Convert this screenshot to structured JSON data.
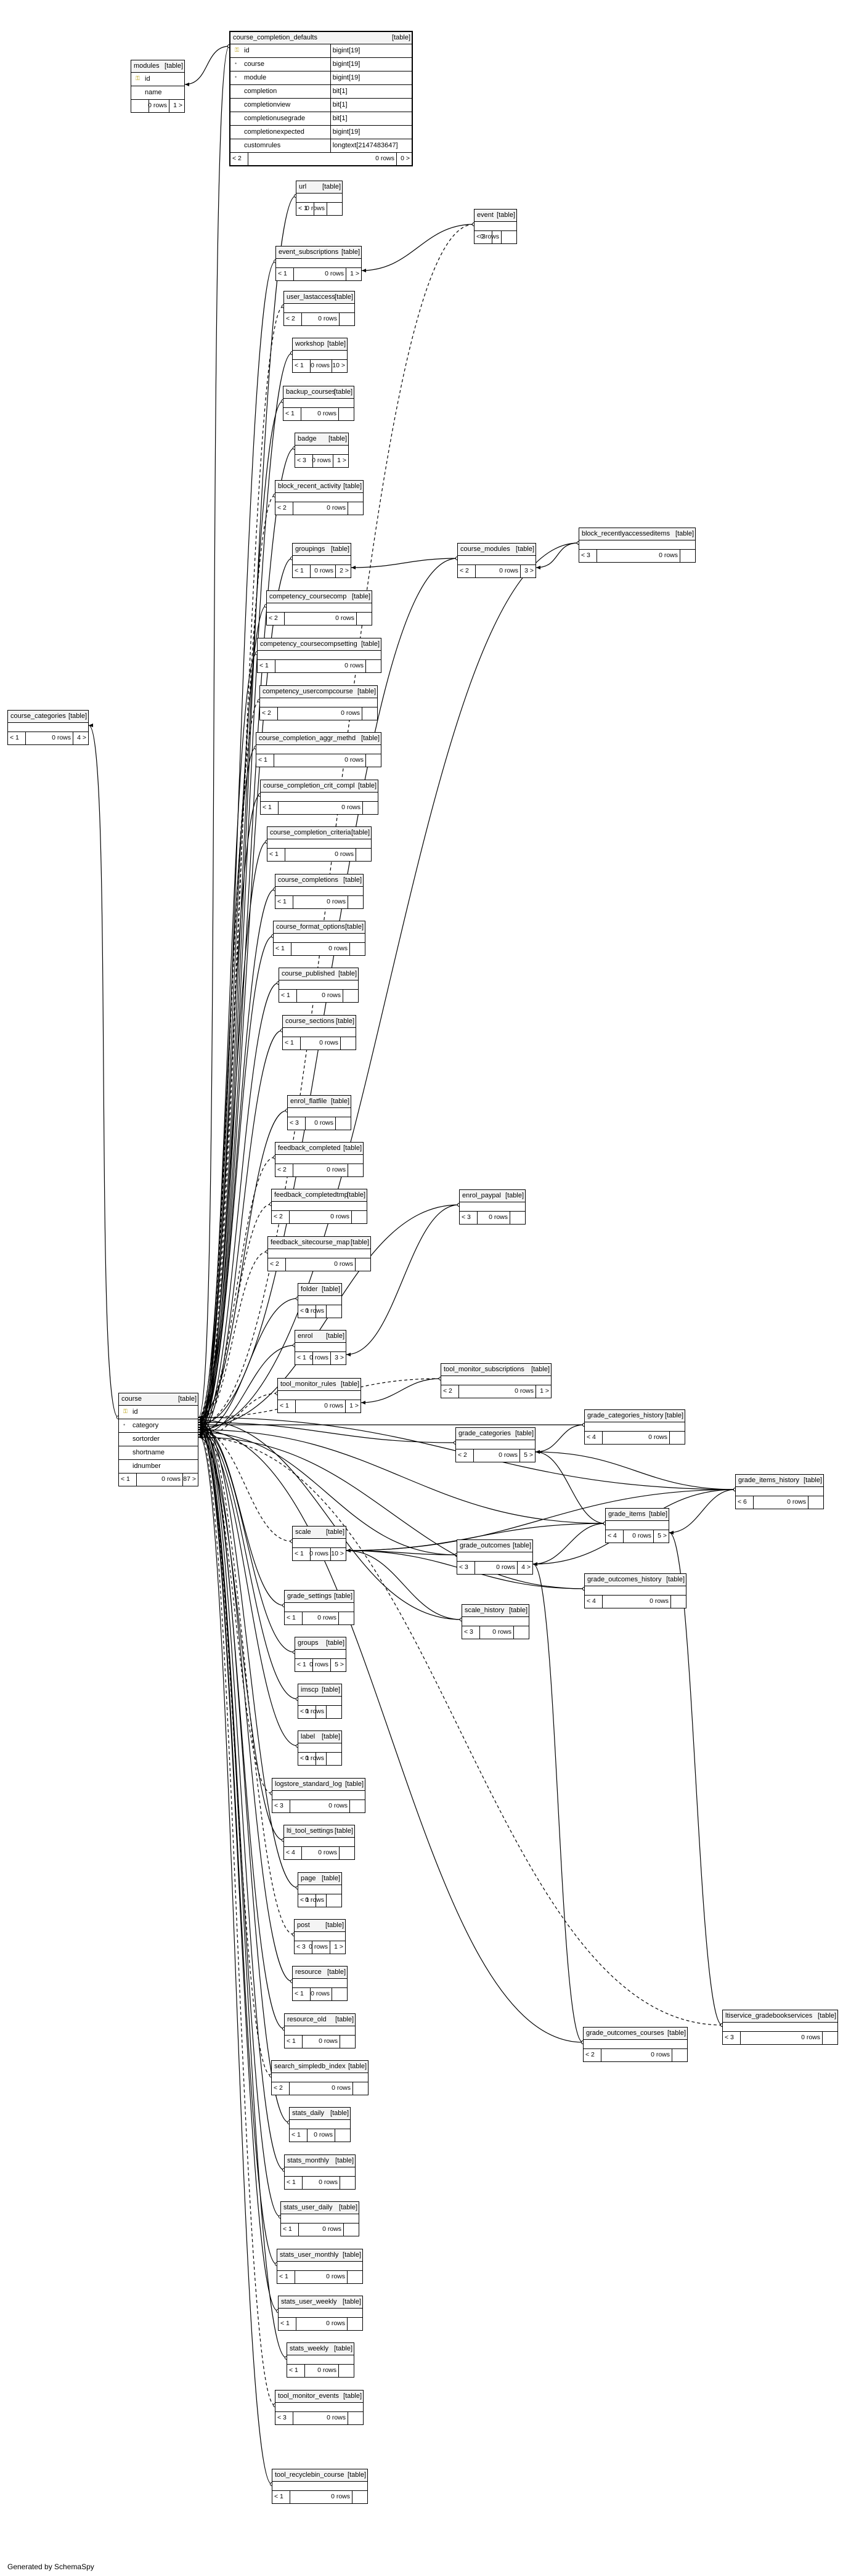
{
  "footer_text": "Generated by SchemaSpy",
  "center_table": "course",
  "tables": [
    {
      "id": "course_completion_defaults",
      "name": "course_completion_defaults",
      "kind": "[table]",
      "heavy": true,
      "cols": [
        [
          "id",
          "bigint[19]",
          "pk"
        ],
        [
          "course",
          "bigint[19]",
          "fk"
        ],
        [
          "module",
          "bigint[19]",
          "fk"
        ],
        [
          "completion",
          "bit[1]",
          ""
        ],
        [
          "completionview",
          "bit[1]",
          ""
        ],
        [
          "completionusegrade",
          "bit[1]",
          ""
        ],
        [
          "completionexpected",
          "bigint[19]",
          ""
        ],
        [
          "customrules",
          "longtext[2147483647]",
          ""
        ]
      ],
      "footer": [
        "< 2",
        "0 rows",
        "0 >"
      ]
    },
    {
      "id": "modules",
      "name": "modules",
      "kind": "[table]",
      "cols": [
        [
          "id",
          "",
          "pk"
        ],
        [
          "name",
          "",
          ""
        ]
      ],
      "footer": [
        "",
        "0 rows",
        "1 >"
      ]
    },
    {
      "id": "url",
      "name": "url",
      "kind": "[table]",
      "footer": [
        "< 1",
        "0 rows",
        ""
      ]
    },
    {
      "id": "event",
      "name": "event",
      "kind": "[table]",
      "footer": [
        "< 3",
        "0 rows",
        ""
      ]
    },
    {
      "id": "event_subscriptions",
      "name": "event_subscriptions",
      "kind": "[table]",
      "footer": [
        "< 1",
        "0 rows",
        "1 >"
      ]
    },
    {
      "id": "user_lastaccess",
      "name": "user_lastaccess",
      "kind": "[table]",
      "footer": [
        "< 2",
        "0 rows",
        ""
      ]
    },
    {
      "id": "workshop",
      "name": "workshop",
      "kind": "[table]",
      "footer": [
        "< 1",
        "0 rows",
        "10 >"
      ]
    },
    {
      "id": "backup_courses",
      "name": "backup_courses",
      "kind": "[table]",
      "footer": [
        "< 1",
        "0 rows",
        ""
      ]
    },
    {
      "id": "badge",
      "name": "badge",
      "kind": "[table]",
      "footer": [
        "< 3",
        "0 rows",
        "1 >"
      ]
    },
    {
      "id": "block_recent_activity",
      "name": "block_recent_activity",
      "kind": "[table]",
      "footer": [
        "< 2",
        "0 rows",
        ""
      ]
    },
    {
      "id": "groupings",
      "name": "groupings",
      "kind": "[table]",
      "footer": [
        "< 1",
        "0 rows",
        "2 >"
      ]
    },
    {
      "id": "course_modules",
      "name": "course_modules",
      "kind": "[table]",
      "footer": [
        "< 2",
        "0 rows",
        "3 >"
      ]
    },
    {
      "id": "block_recentlyaccesseditems",
      "name": "block_recentlyaccesseditems",
      "kind": "[table]",
      "footer": [
        "< 3",
        "0 rows",
        ""
      ]
    },
    {
      "id": "competency_coursecomp",
      "name": "competency_coursecomp",
      "kind": "[table]",
      "footer": [
        "< 2",
        "0 rows",
        ""
      ]
    },
    {
      "id": "competency_coursecompsetting",
      "name": "competency_coursecompsetting",
      "kind": "[table]",
      "footer": [
        "< 1",
        "0 rows",
        ""
      ]
    },
    {
      "id": "competency_usercompcourse",
      "name": "competency_usercompcourse",
      "kind": "[table]",
      "footer": [
        "< 2",
        "0 rows",
        ""
      ]
    },
    {
      "id": "course_completion_aggr_methd",
      "name": "course_completion_aggr_methd",
      "kind": "[table]",
      "footer": [
        "< 1",
        "0 rows",
        ""
      ]
    },
    {
      "id": "course_completion_crit_compl",
      "name": "course_completion_crit_compl",
      "kind": "[table]",
      "footer": [
        "< 1",
        "0 rows",
        ""
      ]
    },
    {
      "id": "course_completion_criteria",
      "name": "course_completion_criteria",
      "kind": "[table]",
      "footer": [
        "< 1",
        "0 rows",
        ""
      ]
    },
    {
      "id": "course_completions",
      "name": "course_completions",
      "kind": "[table]",
      "footer": [
        "< 1",
        "0 rows",
        ""
      ]
    },
    {
      "id": "course_format_options",
      "name": "course_format_options",
      "kind": "[table]",
      "footer": [
        "< 1",
        "0 rows",
        ""
      ]
    },
    {
      "id": "course_published",
      "name": "course_published",
      "kind": "[table]",
      "footer": [
        "< 1",
        "0 rows",
        ""
      ]
    },
    {
      "id": "course_sections",
      "name": "course_sections",
      "kind": "[table]",
      "footer": [
        "< 1",
        "0 rows",
        ""
      ]
    },
    {
      "id": "course_categories",
      "name": "course_categories",
      "kind": "[table]",
      "footer": [
        "< 1",
        "0 rows",
        "4 >"
      ]
    },
    {
      "id": "enrol_flatfile",
      "name": "enrol_flatfile",
      "kind": "[table]",
      "footer": [
        "< 3",
        "0 rows",
        ""
      ]
    },
    {
      "id": "feedback_completed",
      "name": "feedback_completed",
      "kind": "[table]",
      "footer": [
        "< 2",
        "0 rows",
        ""
      ]
    },
    {
      "id": "feedback_completedtmp",
      "name": "feedback_completedtmp",
      "kind": "[table]",
      "footer": [
        "< 2",
        "0 rows",
        ""
      ]
    },
    {
      "id": "enrol_paypal",
      "name": "enrol_paypal",
      "kind": "[table]",
      "footer": [
        "< 3",
        "0 rows",
        ""
      ]
    },
    {
      "id": "feedback_sitecourse_map",
      "name": "feedback_sitecourse_map",
      "kind": "[table]",
      "footer": [
        "< 2",
        "0 rows",
        ""
      ]
    },
    {
      "id": "folder",
      "name": "folder",
      "kind": "[table]",
      "footer": [
        "< 1",
        "0 rows",
        ""
      ]
    },
    {
      "id": "enrol",
      "name": "enrol",
      "kind": "[table]",
      "footer": [
        "< 1",
        "0 rows",
        "3 >"
      ]
    },
    {
      "id": "tool_monitor_rules",
      "name": "tool_monitor_rules",
      "kind": "[table]",
      "footer": [
        "< 1",
        "0 rows",
        "1 >"
      ]
    },
    {
      "id": "tool_monitor_subscriptions",
      "name": "tool_monitor_subscriptions",
      "kind": "[table]",
      "footer": [
        "< 2",
        "0 rows",
        "1 >"
      ]
    },
    {
      "id": "course",
      "name": "course",
      "kind": "[table]",
      "cols": [
        [
          "id",
          "",
          "pk"
        ],
        [
          "category",
          "",
          "fk"
        ],
        [
          "sortorder",
          "",
          ""
        ],
        [
          "shortname",
          "",
          ""
        ],
        [
          "idnumber",
          "",
          ""
        ]
      ],
      "footer": [
        "< 1",
        "0 rows",
        "87 >"
      ]
    },
    {
      "id": "grade_categories_history",
      "name": "grade_categories_history",
      "kind": "[table]",
      "footer": [
        "< 4",
        "0 rows",
        ""
      ]
    },
    {
      "id": "grade_categories",
      "name": "grade_categories",
      "kind": "[table]",
      "footer": [
        "< 2",
        "0 rows",
        "5 >"
      ]
    },
    {
      "id": "grade_items_history",
      "name": "grade_items_history",
      "kind": "[table]",
      "footer": [
        "< 6",
        "0 rows",
        ""
      ]
    },
    {
      "id": "grade_items",
      "name": "grade_items",
      "kind": "[table]",
      "footer": [
        "< 4",
        "0 rows",
        "5 >"
      ]
    },
    {
      "id": "scale",
      "name": "scale",
      "kind": "[table]",
      "footer": [
        "< 1",
        "0 rows",
        "10 >"
      ]
    },
    {
      "id": "grade_outcomes",
      "name": "grade_outcomes",
      "kind": "[table]",
      "footer": [
        "< 3",
        "0 rows",
        "4 >"
      ]
    },
    {
      "id": "grade_outcomes_history",
      "name": "grade_outcomes_history",
      "kind": "[table]",
      "footer": [
        "< 4",
        "0 rows",
        ""
      ]
    },
    {
      "id": "grade_settings",
      "name": "grade_settings",
      "kind": "[table]",
      "footer": [
        "< 1",
        "0 rows",
        ""
      ]
    },
    {
      "id": "scale_history",
      "name": "scale_history",
      "kind": "[table]",
      "footer": [
        "< 3",
        "0 rows",
        ""
      ]
    },
    {
      "id": "groups",
      "name": "groups",
      "kind": "[table]",
      "footer": [
        "< 1",
        "0 rows",
        "5 >"
      ]
    },
    {
      "id": "imscp",
      "name": "imscp",
      "kind": "[table]",
      "footer": [
        "< 1",
        "0 rows",
        ""
      ]
    },
    {
      "id": "label",
      "name": "label",
      "kind": "[table]",
      "footer": [
        "< 1",
        "0 rows",
        ""
      ]
    },
    {
      "id": "logstore_standard_log",
      "name": "logstore_standard_log",
      "kind": "[table]",
      "footer": [
        "< 3",
        "0 rows",
        ""
      ]
    },
    {
      "id": "lti_tool_settings",
      "name": "lti_tool_settings",
      "kind": "[table]",
      "footer": [
        "< 4",
        "0 rows",
        ""
      ]
    },
    {
      "id": "page",
      "name": "page",
      "kind": "[table]",
      "footer": [
        "< 1",
        "0 rows",
        ""
      ]
    },
    {
      "id": "post",
      "name": "post",
      "kind": "[table]",
      "footer": [
        "< 3",
        "0 rows",
        "1 >"
      ]
    },
    {
      "id": "resource",
      "name": "resource",
      "kind": "[table]",
      "footer": [
        "< 1",
        "0 rows",
        ""
      ]
    },
    {
      "id": "resource_old",
      "name": "resource_old",
      "kind": "[table]",
      "footer": [
        "< 1",
        "0 rows",
        ""
      ]
    },
    {
      "id": "search_simpledb_index",
      "name": "search_simpledb_index",
      "kind": "[table]",
      "footer": [
        "< 2",
        "0 rows",
        ""
      ]
    },
    {
      "id": "ltiservice_gradebookservices",
      "name": "ltiservice_gradebookservices",
      "kind": "[table]",
      "footer": [
        "< 3",
        "0 rows",
        ""
      ]
    },
    {
      "id": "grade_outcomes_courses",
      "name": "grade_outcomes_courses",
      "kind": "[table]",
      "footer": [
        "< 2",
        "0 rows",
        ""
      ]
    },
    {
      "id": "stats_daily",
      "name": "stats_daily",
      "kind": "[table]",
      "footer": [
        "< 1",
        "0 rows",
        ""
      ]
    },
    {
      "id": "stats_monthly",
      "name": "stats_monthly",
      "kind": "[table]",
      "footer": [
        "< 1",
        "0 rows",
        ""
      ]
    },
    {
      "id": "stats_user_daily",
      "name": "stats_user_daily",
      "kind": "[table]",
      "footer": [
        "< 1",
        "0 rows",
        ""
      ]
    },
    {
      "id": "stats_user_monthly",
      "name": "stats_user_monthly",
      "kind": "[table]",
      "footer": [
        "< 1",
        "0 rows",
        ""
      ]
    },
    {
      "id": "stats_user_weekly",
      "name": "stats_user_weekly",
      "kind": "[table]",
      "footer": [
        "< 1",
        "0 rows",
        ""
      ]
    },
    {
      "id": "stats_weekly",
      "name": "stats_weekly",
      "kind": "[table]",
      "footer": [
        "< 1",
        "0 rows",
        ""
      ]
    },
    {
      "id": "tool_monitor_events",
      "name": "tool_monitor_events",
      "kind": "[table]",
      "footer": [
        "< 3",
        "0 rows",
        ""
      ]
    },
    {
      "id": "tool_recyclebin_course",
      "name": "tool_recyclebin_course",
      "kind": "[table]",
      "footer": [
        "< 1",
        "0 rows",
        ""
      ]
    }
  ],
  "relations": [
    [
      "course_completion_defaults",
      "course",
      "solid"
    ],
    [
      "course_completion_defaults",
      "modules",
      "solid"
    ],
    [
      "url",
      "course",
      "solid"
    ],
    [
      "event",
      "course",
      "dashed"
    ],
    [
      "event",
      "event_subscriptions",
      "solid"
    ],
    [
      "event_subscriptions",
      "course",
      "solid"
    ],
    [
      "user_lastaccess",
      "course",
      "dashed"
    ],
    [
      "workshop",
      "course",
      "solid"
    ],
    [
      "backup_courses",
      "course",
      "solid"
    ],
    [
      "badge",
      "course",
      "solid"
    ],
    [
      "block_recent_activity",
      "course",
      "dashed"
    ],
    [
      "groupings",
      "course",
      "solid"
    ],
    [
      "course_modules",
      "course",
      "solid"
    ],
    [
      "course_modules",
      "groupings",
      "solid"
    ],
    [
      "block_recentlyaccesseditems",
      "course",
      "solid"
    ],
    [
      "block_recentlyaccesseditems",
      "course_modules",
      "solid"
    ],
    [
      "competency_coursecomp",
      "course",
      "solid"
    ],
    [
      "competency_coursecompsetting",
      "course",
      "solid"
    ],
    [
      "competency_usercompcourse",
      "course",
      "dashed"
    ],
    [
      "course_completion_aggr_methd",
      "course",
      "solid"
    ],
    [
      "course_completion_crit_compl",
      "course",
      "solid"
    ],
    [
      "course_completion_criteria",
      "course",
      "solid"
    ],
    [
      "course_completions",
      "course",
      "solid"
    ],
    [
      "course_format_options",
      "course",
      "solid"
    ],
    [
      "course_published",
      "course",
      "solid"
    ],
    [
      "course_sections",
      "course",
      "solid"
    ],
    [
      "course",
      "course_categories",
      "solid"
    ],
    [
      "enrol_flatfile",
      "course",
      "solid"
    ],
    [
      "feedback_completed",
      "course",
      "dashed"
    ],
    [
      "feedback_completedtmp",
      "course",
      "dashed"
    ],
    [
      "feedback_sitecourse_map",
      "course",
      "dashed"
    ],
    [
      "enrol_paypal",
      "course",
      "solid"
    ],
    [
      "enrol_paypal",
      "enrol",
      "solid"
    ],
    [
      "folder",
      "course",
      "solid"
    ],
    [
      "enrol",
      "course",
      "solid"
    ],
    [
      "tool_monitor_rules",
      "course",
      "dashed"
    ],
    [
      "tool_monitor_subscriptions",
      "course",
      "dashed"
    ],
    [
      "tool_monitor_subscriptions",
      "tool_monitor_rules",
      "solid"
    ],
    [
      "grade_categories",
      "course",
      "solid"
    ],
    [
      "grade_categories_history",
      "course",
      "solid"
    ],
    [
      "grade_categories_history",
      "grade_categories",
      "solid"
    ],
    [
      "grade_items",
      "course",
      "solid"
    ],
    [
      "grade_items",
      "grade_categories",
      "solid"
    ],
    [
      "grade_items",
      "scale",
      "solid"
    ],
    [
      "grade_items",
      "grade_outcomes",
      "solid"
    ],
    [
      "grade_items_history",
      "course",
      "solid"
    ],
    [
      "grade_items_history",
      "grade_categories",
      "solid"
    ],
    [
      "grade_items_history",
      "grade_items",
      "solid"
    ],
    [
      "grade_items_history",
      "scale",
      "solid"
    ],
    [
      "grade_items_history",
      "grade_outcomes",
      "solid"
    ],
    [
      "scale",
      "course",
      "dashed"
    ],
    [
      "grade_outcomes",
      "course",
      "solid"
    ],
    [
      "grade_outcomes",
      "scale",
      "solid"
    ],
    [
      "grade_outcomes_history",
      "course",
      "solid"
    ],
    [
      "grade_outcomes_history",
      "scale",
      "solid"
    ],
    [
      "scale_history",
      "course",
      "solid"
    ],
    [
      "scale_history",
      "scale",
      "solid"
    ],
    [
      "grade_settings",
      "course",
      "solid"
    ],
    [
      "groups",
      "course",
      "solid"
    ],
    [
      "imscp",
      "course",
      "solid"
    ],
    [
      "label",
      "course",
      "solid"
    ],
    [
      "logstore_standard_log",
      "course",
      "dashed"
    ],
    [
      "lti_tool_settings",
      "course",
      "solid"
    ],
    [
      "page",
      "course",
      "solid"
    ],
    [
      "post",
      "course",
      "dashed"
    ],
    [
      "resource",
      "course",
      "solid"
    ],
    [
      "resource_old",
      "course",
      "solid"
    ],
    [
      "search_simpledb_index",
      "course",
      "dashed"
    ],
    [
      "grade_outcomes_courses",
      "course",
      "solid"
    ],
    [
      "grade_outcomes_courses",
      "grade_outcomes",
      "solid"
    ],
    [
      "ltiservice_gradebookservices",
      "grade_items",
      "solid"
    ],
    [
      "ltiservice_gradebookservices",
      "course",
      "dashed"
    ],
    [
      "stats_daily",
      "course",
      "solid"
    ],
    [
      "stats_monthly",
      "course",
      "solid"
    ],
    [
      "stats_user_daily",
      "course",
      "solid"
    ],
    [
      "stats_user_monthly",
      "course",
      "solid"
    ],
    [
      "stats_user_weekly",
      "course",
      "solid"
    ],
    [
      "stats_weekly",
      "course",
      "solid"
    ],
    [
      "tool_monitor_events",
      "course",
      "dashed"
    ],
    [
      "tool_recyclebin_course",
      "course",
      "solid"
    ]
  ]
}
